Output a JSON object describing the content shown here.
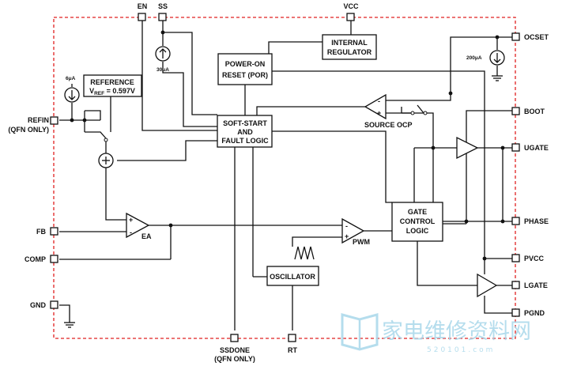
{
  "pins": {
    "en": "EN",
    "ss": "SS",
    "vcc": "VCC",
    "ocset": "OCSET",
    "refin": "REFIN",
    "refin_note": "(QFN ONLY)",
    "boot": "BOOT",
    "ugate": "UGATE",
    "fb": "FB",
    "phase": "PHASE",
    "comp": "COMP",
    "pvcc": "PVCC",
    "gnd": "GND",
    "lgate": "LGATE",
    "pgnd": "PGND",
    "ssdone": "SSDONE",
    "ssdone_note": "(QFN ONLY)",
    "rt": "RT"
  },
  "blocks": {
    "internal_regulator": [
      "INTERNAL",
      "REGULATOR"
    ],
    "power_on_reset": [
      "POWER-ON",
      "RESET (POR)"
    ],
    "soft_start": [
      "SOFT-START",
      "AND",
      "FAULT LOGIC"
    ],
    "reference_title": "REFERENCE",
    "reference_value_prefix": "V",
    "reference_value_sub": "REF",
    "reference_value_suffix": " = 0.597V",
    "gate_control": [
      "GATE",
      "CONTROL",
      "LOGIC"
    ],
    "oscillator": "OSCILLATOR"
  },
  "labels": {
    "source_6ua": "6μA",
    "source_30ua": "30μA",
    "source_200ua": "200μA",
    "source_ocp": "SOURCE OCP",
    "ea": "EA",
    "pwm": "PWM",
    "plus": "+",
    "minus": "-"
  },
  "watermark": {
    "cn": "家电维修资料网",
    "url": "520101.com"
  },
  "colors": {
    "border_dash": "#e02020",
    "wire": "#111111",
    "watermark": "#a9d8ea"
  }
}
